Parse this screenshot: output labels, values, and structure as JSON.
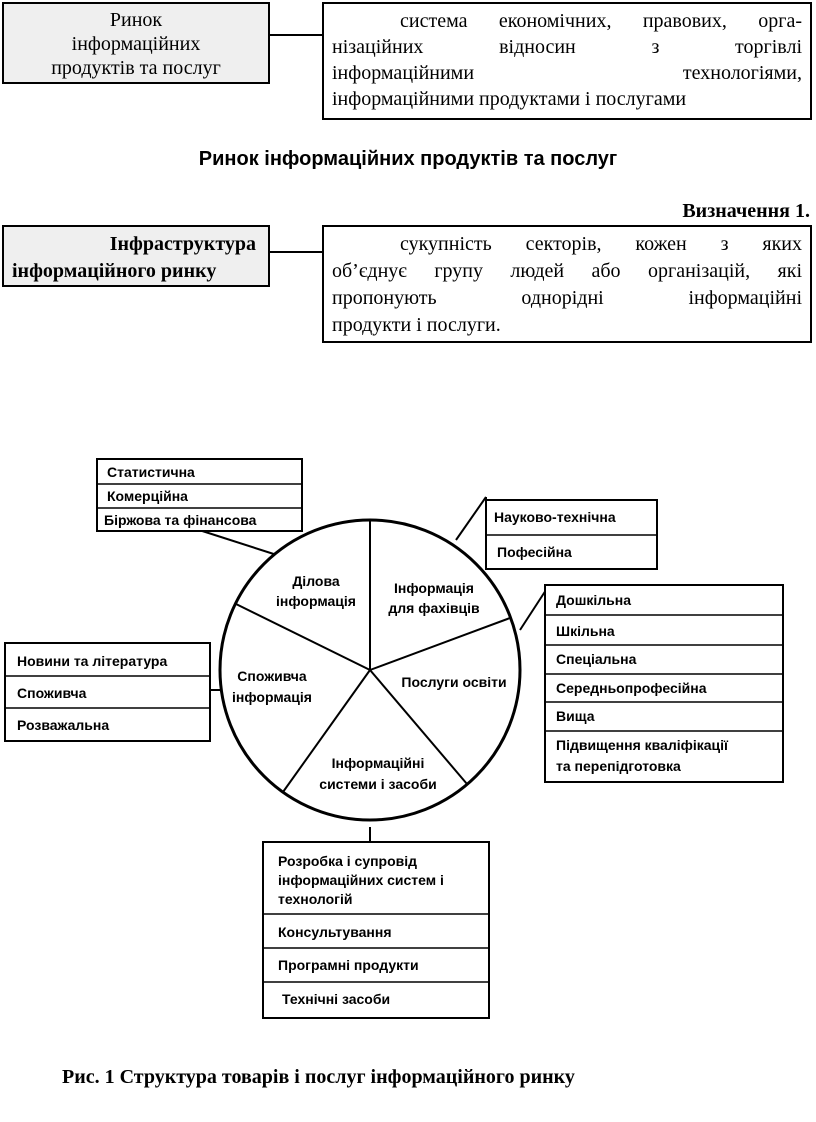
{
  "term1": {
    "lines": [
      "Ринок",
      "інформаційних",
      "продуктів та послуг"
    ]
  },
  "definition1": {
    "lines": [
      "система економічних, правових, орга-",
      "нізаційних відносин з торгівлі",
      "інформаційними технологіями,",
      "інформаційними продуктами і послугами"
    ]
  },
  "section_title": "Ринок інформаційних продуктів та послуг",
  "definition_label": "Визначення 1.",
  "term2": {
    "lines": [
      "Інфраструктура",
      "інформаційного ринку"
    ]
  },
  "definition2": {
    "lines": [
      "сукупність секторів, кожен з яких",
      "об’єднує групу людей або організацій, які",
      "пропонують однорідні інформаційні",
      "продукти і послуги."
    ]
  },
  "diagram": {
    "sectors": [
      {
        "id": "business",
        "lines": [
          "Ділова",
          "інформація"
        ]
      },
      {
        "id": "specialists",
        "lines": [
          "Інформація",
          "для фахівців"
        ]
      },
      {
        "id": "education",
        "lines": [
          "Послуги освіти"
        ]
      },
      {
        "id": "systems",
        "lines": [
          "Інформаційні",
          "системи і засоби"
        ]
      },
      {
        "id": "consumer",
        "lines": [
          "Споживча",
          "інформація"
        ]
      }
    ],
    "groups": {
      "business": [
        "Статистична",
        "Комерційна",
        "Біржова та фінансова"
      ],
      "specialists": [
        "Науково-технічна",
        "Пофесійна"
      ],
      "education": [
        "Дошкільна",
        "Шкільна",
        "Спеціальна",
        "Середньопрофесійна",
        "Вища",
        [
          "Підвищення кваліфікації",
          "та перепідготовка"
        ]
      ],
      "consumer": [
        "Новини та література",
        "Споживча",
        "Розважальна"
      ],
      "systems": [
        [
          "Розробка і супровід",
          "інформаційних систем і",
          "технологій"
        ],
        "Консультування",
        "Програмні продукти",
        "Технічні засоби"
      ]
    }
  },
  "caption": "Рис. 1 Структура товарів і послуг інформаційного ринку"
}
